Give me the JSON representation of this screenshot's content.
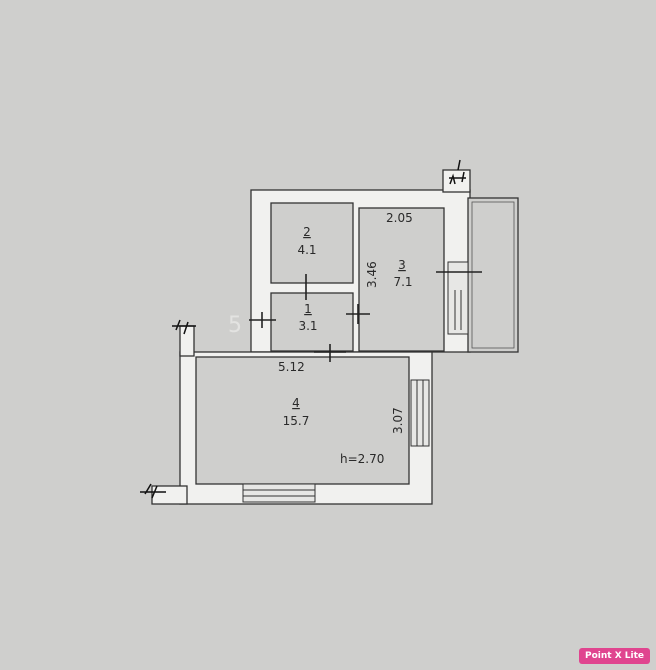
{
  "rooms": [
    {
      "number": "1",
      "area": "3.1"
    },
    {
      "number": "2",
      "area": "4.1"
    },
    {
      "number": "3",
      "area": "7.1"
    },
    {
      "number": "4",
      "area": "15.7"
    }
  ],
  "dimensions": {
    "room3_width": "2.05",
    "room3_height": "3.46",
    "room4_width": "5.12",
    "room4_height": "3.07"
  },
  "ceiling_height": "h=2.70",
  "stamp_text": "5",
  "watermark": "Point X Lite",
  "colors": {
    "paper": "#cfcfcd",
    "wall": "#f1f1ef",
    "ink": "#2a2a2a",
    "badge": "#e0458f"
  }
}
